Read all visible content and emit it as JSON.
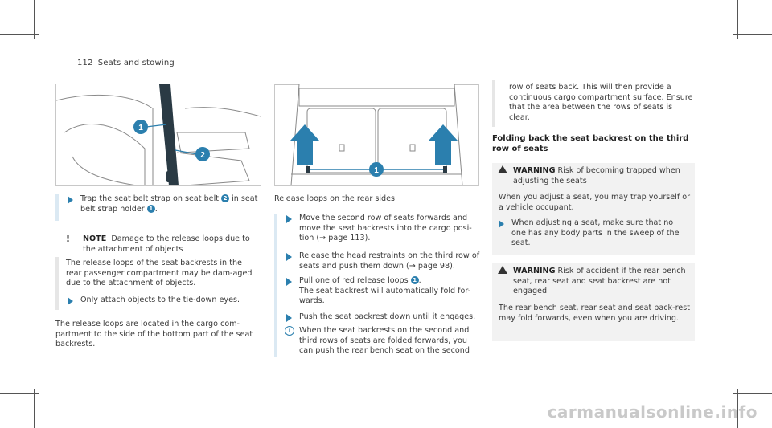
{
  "header": {
    "page_number": "112",
    "title": "Seats and stowing"
  },
  "left": {
    "step1": "Trap the seat belt strap on seat belt ",
    "step1_b": "2",
    "step1_c": " in seat belt strap holder ",
    "step1_d": "1",
    "note_label": "NOTE",
    "note_title": "Damage to the release loops due to the attachment of objects",
    "note_body": "The release loops of the seat backrests in the rear passenger compartment may be dam-aged due to the attachment of objects.",
    "note_step": "Only attach objects to the tie-down eyes.",
    "para": "The release loops are located in the cargo com-partment to the side of the bottom part of the seat backrests."
  },
  "middle": {
    "caption": "Release loops on the rear sides",
    "step1": "Move the second row of seats forwards and move the seat backrests into the cargo posi-tion (→ page 113).",
    "step2": "Release the head restraints on the third row of seats and push them down (→ page 98).",
    "step3_a": "Pull one of red release loops ",
    "step3_b": "1",
    "step3_c": "The seat backrest will automatically fold for-wards.",
    "step4": "Push the seat backrest down until it engages.",
    "info": "When the seat backrests on the second and third rows of seats are folded forwards, you can push the rear bench seat on the second"
  },
  "right": {
    "cont": "row of seats back. This will then provide a continuous cargo compartment surface. Ensure that the area between the rows of seats is clear.",
    "heading": "Folding back the seat backrest on the third row of seats",
    "warn1_label": "WARNING",
    "warn1_title": "Risk of becoming trapped when adjusting the seats",
    "warn1_body": "When you adjust a seat, you may trap yourself or a vehicle occupant.",
    "warn1_step": "When adjusting a seat, make sure that no one has any body parts in the sweep of the seat.",
    "warn2_label": "WARNING",
    "warn2_title": "Risk of accident if the rear bench seat, rear seat and seat backrest are not engaged",
    "warn2_body": "The rear bench seat, rear seat and seat back-rest may fold forwards, even when you are driving."
  },
  "watermark": "carmanualsonline.info",
  "colors": {
    "accent": "#2b7fae",
    "box": "#f2f2f2"
  }
}
